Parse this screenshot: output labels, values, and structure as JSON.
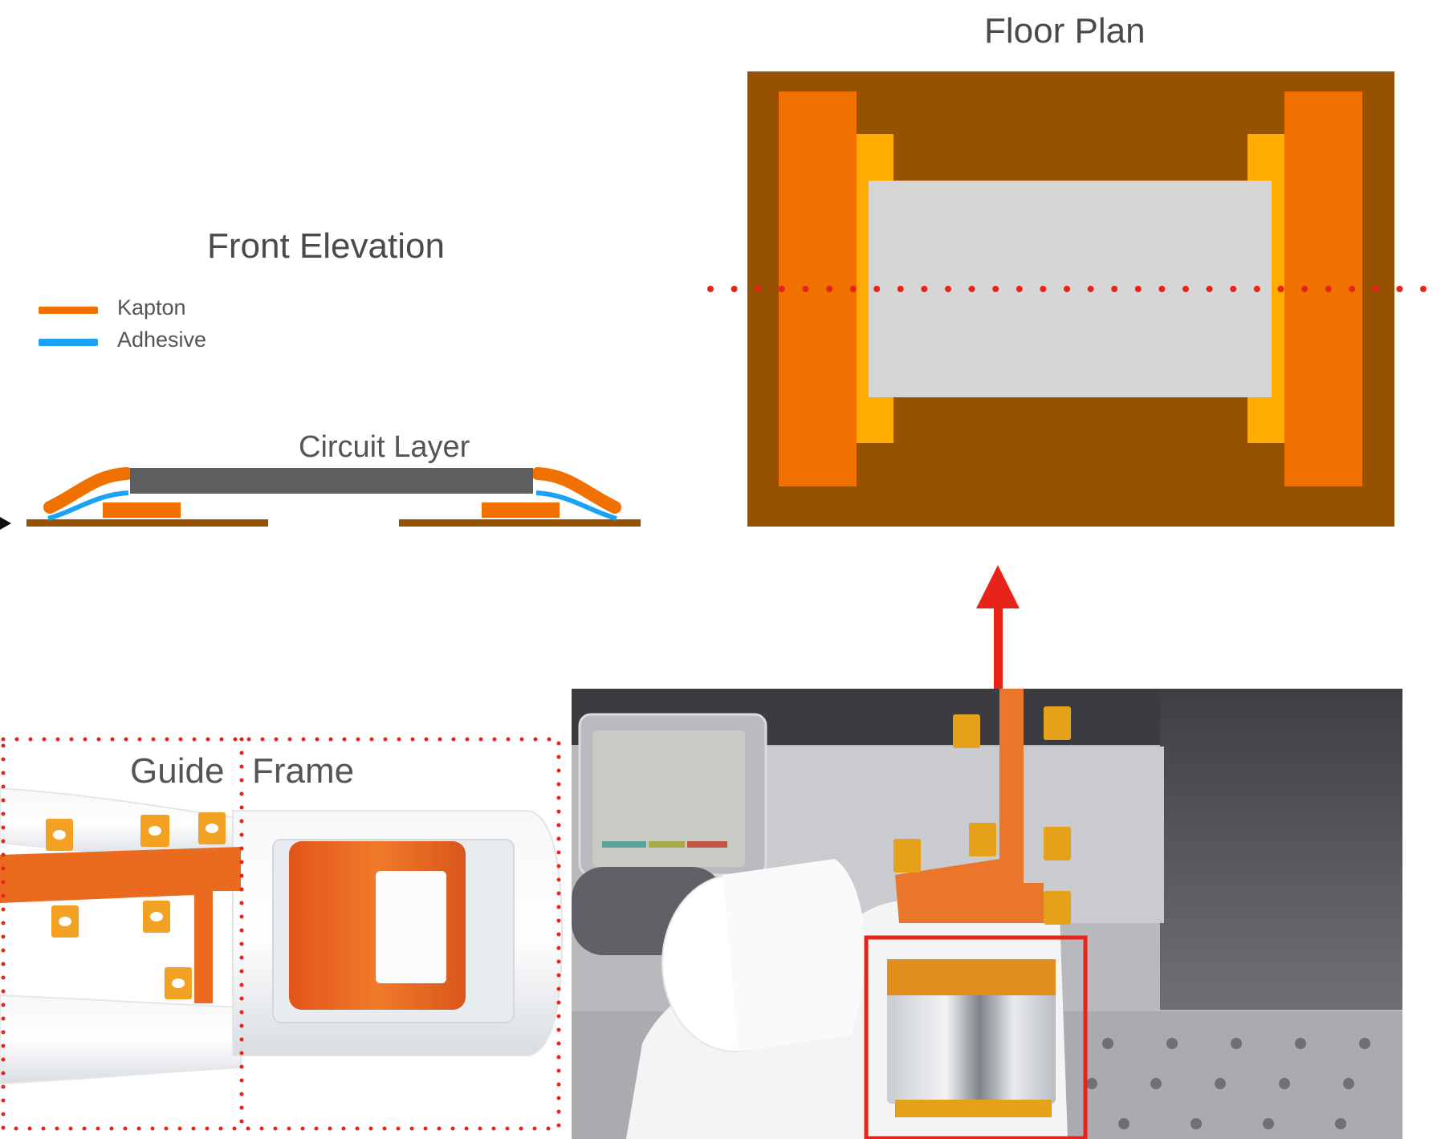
{
  "front_elevation": {
    "title": "Front Elevation",
    "legend": [
      {
        "label": "Kapton",
        "color": "#f07000"
      },
      {
        "label": "Adhesive",
        "color": "#1aa3f5"
      }
    ],
    "circuit_layer_label": "Circuit Layer"
  },
  "floor_plan": {
    "title": "Floor Plan"
  },
  "photos": {
    "left_labels": [
      "Guide",
      "Frame"
    ]
  },
  "colors": {
    "kapton": "#f07000",
    "adhesive": "#1aa3f5",
    "brown": "#965200",
    "yellow": "#ffab00",
    "gray_panel": "#d6d6d6",
    "circuit": "#5e5e5e",
    "red_marker": "#e8231a"
  }
}
